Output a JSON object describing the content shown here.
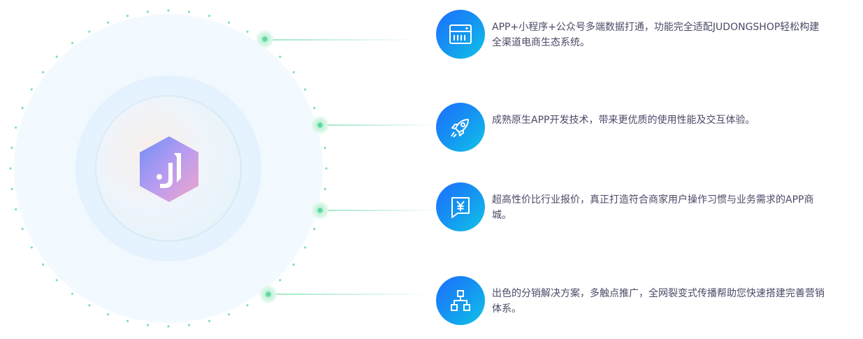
{
  "features": [
    {
      "text": "APP+小程序+公众号多端数据打通，功能完全适配JUDONGSHOP轻松构建全渠道电商生态系统。",
      "icon": "server-rack-icon"
    },
    {
      "text": "成熟原生APP开发技术，带来更优质的使用性能及交互体验。",
      "icon": "rocket-icon"
    },
    {
      "text": "超高性价比行业报价，真正打造符合商家用户操作习惯与业务需求的APP商城。",
      "icon": "yuan-chat-icon"
    },
    {
      "text": "出色的分销解决方案，多触点推广，全网裂变式传播帮助您快速搭建完善营销体系。",
      "icon": "org-chart-icon"
    }
  ],
  "colors": {
    "accent_start": "#1e6fff",
    "accent_end": "#10c4e8",
    "node_green": "#5fd9a0",
    "text": "#4a4a68"
  }
}
